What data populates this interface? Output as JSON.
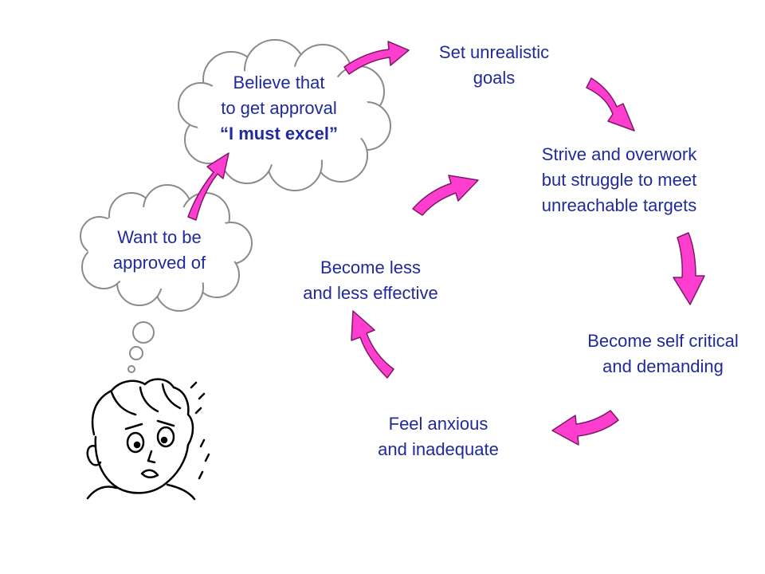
{
  "colors": {
    "text": "#1f2a9b",
    "arrow_fill": "#ff3ecf",
    "arrow_stroke": "#7a1a6a",
    "cloud_fill": "#ffffff",
    "cloud_stroke": "#8a8a8a"
  },
  "clouds": {
    "want": {
      "lines": [
        "Want to be",
        "approved of"
      ]
    },
    "believe": {
      "line1": "Believe that",
      "line2": "to get approval",
      "line3": "“I must excel”"
    }
  },
  "cycle": [
    {
      "id": "set-goals",
      "lines": [
        "Set unrealistic",
        "goals"
      ]
    },
    {
      "id": "strive",
      "lines": [
        "Strive and overwork",
        "but struggle to meet",
        "unreachable targets"
      ]
    },
    {
      "id": "self-critical",
      "lines": [
        "Become self critical",
        "and demanding"
      ]
    },
    {
      "id": "anxious",
      "lines": [
        "Feel anxious",
        "and inadequate"
      ]
    },
    {
      "id": "less-effective",
      "lines": [
        "Become less",
        "and less effective"
      ]
    }
  ],
  "illustration": {
    "icon": "worried-person-icon"
  }
}
